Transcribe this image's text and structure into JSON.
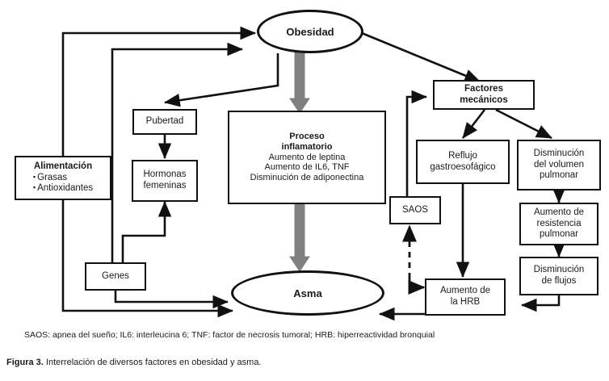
{
  "figure": {
    "number_label": "Figura 3.",
    "caption": " Interrelación de diversos factores en obesidad y asma.",
    "abbreviations": "SAOS: apnea del sueño; IL6: interleucina 6; TNF: factor de necrosis tumoral; HRB: hiperreactividad bronquial"
  },
  "colors": {
    "stroke": "#111111",
    "fill": "#ffffff",
    "gray_arrow": "#808080",
    "text": "#1a1a1a"
  },
  "nodes": {
    "obesidad": {
      "label": "Obesidad",
      "shape": "ellipse"
    },
    "asma": {
      "label": "Asma",
      "shape": "ellipse"
    },
    "alimentacion": {
      "title": "Alimentación",
      "items": [
        "Grasas",
        "Antioxidantes"
      ]
    },
    "pubertad": {
      "label": "Pubertad"
    },
    "hormonas": {
      "line1": "Hormonas",
      "line2": "femeninas"
    },
    "genes": {
      "label": "Genes"
    },
    "proceso": {
      "title_line1": "Proceso",
      "title_line2": "inflamatorio",
      "detail1": "Aumento de leptina",
      "detail2": "Aumento de IL6, TNF",
      "detail3": "Disminución de adiponectina"
    },
    "factores": {
      "line1": "Factores",
      "line2": "mecánicos"
    },
    "reflujo": {
      "line1": "Reflujo",
      "line2": "gastroesofágico"
    },
    "volumen": {
      "line1": "Disminución",
      "line2": "del volumen",
      "line3": "pulmonar"
    },
    "saos": {
      "label": "SAOS"
    },
    "resistencia": {
      "line1": "Aumento de",
      "line2": "resistencia",
      "line3": "pulmonar"
    },
    "flujos": {
      "line1": "Disminución",
      "line2": "de flujos"
    },
    "hrb": {
      "line1": "Aumento de",
      "line2": "la HRB"
    }
  },
  "edges": [
    {
      "name": "alimentacion-to-obesidad",
      "from": "alimentacion",
      "to": "obesidad",
      "style": "solid"
    },
    {
      "name": "genes-to-obesidad",
      "from": "genes",
      "to": "obesidad",
      "style": "solid"
    },
    {
      "name": "obesidad-to-pubertad",
      "from": "obesidad",
      "to": "pubertad",
      "style": "solid"
    },
    {
      "name": "obesidad-to-proceso",
      "from": "obesidad",
      "to": "proceso",
      "style": "thick-gray"
    },
    {
      "name": "obesidad-to-factores",
      "from": "obesidad",
      "to": "factores",
      "style": "solid"
    },
    {
      "name": "pubertad-to-hormonas",
      "from": "pubertad",
      "to": "hormonas",
      "style": "solid"
    },
    {
      "name": "genes-to-hormonas",
      "from": "genes",
      "to": "hormonas",
      "style": "solid"
    },
    {
      "name": "genes-to-asma",
      "from": "genes",
      "to": "asma",
      "style": "solid"
    },
    {
      "name": "alimentacion-to-asma",
      "from": "alimentacion",
      "to": "asma",
      "style": "solid"
    },
    {
      "name": "proceso-to-asma",
      "from": "proceso",
      "to": "asma",
      "style": "thick-gray"
    },
    {
      "name": "saos-to-factores",
      "from": "saos",
      "to": "factores",
      "style": "solid"
    },
    {
      "name": "factores-to-reflujo",
      "from": "factores",
      "to": "reflujo",
      "style": "solid"
    },
    {
      "name": "factores-to-volumen",
      "from": "factores",
      "to": "volumen",
      "style": "solid"
    },
    {
      "name": "reflujo-to-hrb",
      "from": "reflujo",
      "to": "hrb",
      "style": "solid"
    },
    {
      "name": "volumen-to-resistencia",
      "from": "volumen",
      "to": "resistencia",
      "style": "solid"
    },
    {
      "name": "resistencia-to-flujos",
      "from": "resistencia",
      "to": "flujos",
      "style": "solid"
    },
    {
      "name": "flujos-to-hrb",
      "from": "flujos",
      "to": "hrb",
      "style": "solid"
    },
    {
      "name": "saos-hrb-bidirectional",
      "from": "saos",
      "to": "hrb",
      "style": "dashed-double"
    },
    {
      "name": "hrb-to-asma",
      "from": "hrb",
      "to": "asma",
      "style": "solid"
    }
  ]
}
